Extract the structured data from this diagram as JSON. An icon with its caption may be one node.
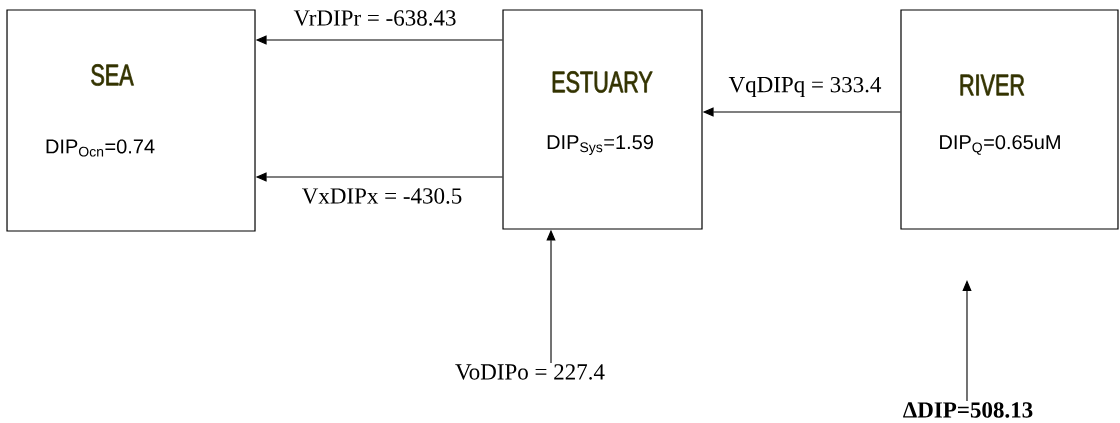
{
  "diagram": {
    "nodes": [
      {
        "text": [
          "SEA",
          "DIP$_{Ocn}$=0.74"
        ]
      },
      {
        "text": [
          "ESTUARY",
          "DIP$_{Sys}$=1.59"
        ]
      },
      {
        "text": [
          "RIVER",
          "DIP$_{Q}$=0.65uM"
        ]
      },
      {
        "text": [
          "VoDIPo = 227.4"
        ]
      },
      {
        "text": [
          "ΔDIP=508.13"
        ]
      }
    ],
    "edges": [
      {
        "from": 1,
        "to": 0,
        "arrow": "to",
        "label": "VrDIPr = -638.43"
      },
      {
        "from": 1,
        "to": 0,
        "arrow": "to",
        "label": "VxDIPx = -430.5"
      },
      {
        "from": 2,
        "to": 1,
        "arrow": "to",
        "label": "VqDIPq = 333.4"
      },
      {
        "from": 3,
        "to": 1,
        "arrow": "to"
      },
      {
        "from": 4,
        "to": null,
        "arrow": "to"
      }
    ]
  }
}
